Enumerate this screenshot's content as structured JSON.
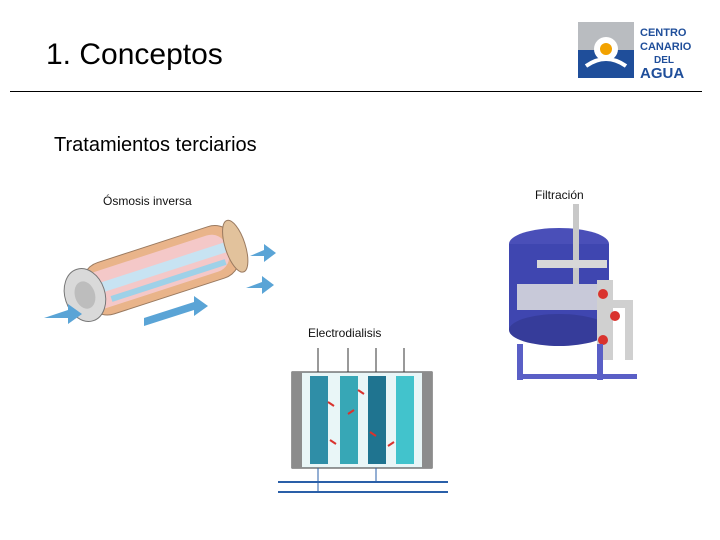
{
  "slide": {
    "title": "1. Conceptos",
    "subtitle": "Tratamientos terciarios"
  },
  "logo": {
    "lines": [
      "CENTRO",
      "CANARIO",
      "DEL",
      "AGUA"
    ],
    "colors": {
      "blue": "#1f4e9a",
      "orange": "#f2a200",
      "grey": "#b9bcc0"
    }
  },
  "figures": {
    "osmosis": {
      "label": "Ósmosis inversa"
    },
    "filtration": {
      "label": "Filtración"
    },
    "electrodialysis": {
      "label": "Electrodialisis"
    }
  }
}
